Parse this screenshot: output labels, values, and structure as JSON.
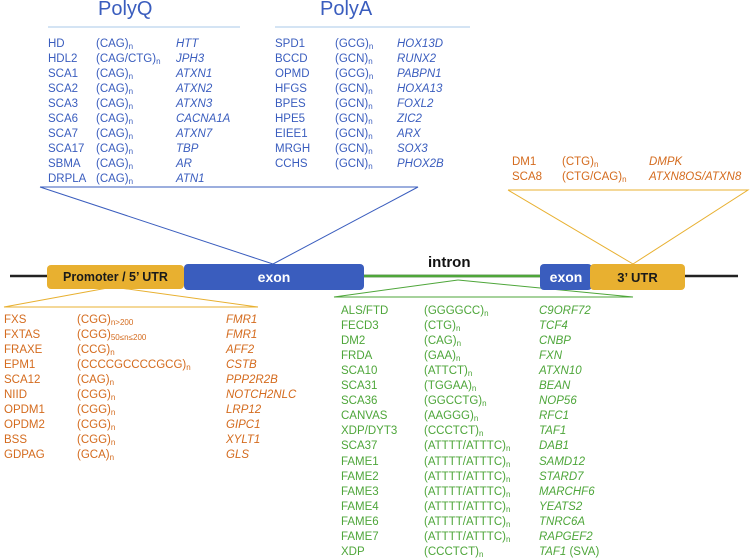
{
  "colors": {
    "polyq": "#3a5dbe",
    "orange": "#d46b1e",
    "green": "#4ea63a",
    "exon_fill": "#3a5dbe",
    "utr_fill": "#e8b030",
    "gene_line": "#222222"
  },
  "polyq": {
    "title": "PolyQ",
    "rows": [
      {
        "d": "HD",
        "r": "(CAG)",
        "s": "n",
        "g": "HTT"
      },
      {
        "d": "HDL2",
        "r": "(CAG/CTG)",
        "s": "n",
        "g": "JPH3"
      },
      {
        "d": "SCA1",
        "r": "(CAG)",
        "s": "n",
        "g": "ATXN1"
      },
      {
        "d": "SCA2",
        "r": "(CAG)",
        "s": "n",
        "g": "ATXN2"
      },
      {
        "d": "SCA3",
        "r": "(CAG)",
        "s": "n",
        "g": "ATXN3"
      },
      {
        "d": "SCA6",
        "r": "(CAG)",
        "s": "n",
        "g": "CACNA1A"
      },
      {
        "d": "SCA7",
        "r": "(CAG)",
        "s": "n",
        "g": "ATXN7"
      },
      {
        "d": "SCA17",
        "r": "(CAG)",
        "s": "n",
        "g": "TBP"
      },
      {
        "d": "SBMA",
        "r": "(CAG)",
        "s": "n",
        "g": "AR"
      },
      {
        "d": "DRPLA",
        "r": "(CAG)",
        "s": "n",
        "g": "ATN1"
      }
    ]
  },
  "polya": {
    "title": "PolyA",
    "rows": [
      {
        "d": "SPD1",
        "r": "(GCG)",
        "s": "n",
        "g": "HOX13D"
      },
      {
        "d": "BCCD",
        "r": "(GCN)",
        "s": "n",
        "g": "RUNX2"
      },
      {
        "d": "OPMD",
        "r": "(GCG)",
        "s": "n",
        "g": "PABPN1"
      },
      {
        "d": "HFGS",
        "r": "(GCN)",
        "s": "n",
        "g": "HOXA13"
      },
      {
        "d": "BPES",
        "r": "(GCN)",
        "s": "n",
        "g": "FOXL2"
      },
      {
        "d": "HPE5",
        "r": "(GCN)",
        "s": "n",
        "g": "ZIC2"
      },
      {
        "d": "EIEE1",
        "r": "(GCN)",
        "s": "n",
        "g": "ARX"
      },
      {
        "d": "MRGH",
        "r": "(GCN)",
        "s": "n",
        "g": "SOX3"
      },
      {
        "d": "CCHS",
        "r": "(GCN)",
        "s": "n",
        "g": "PHOX2B"
      }
    ]
  },
  "utr3": {
    "rows": [
      {
        "d": "DM1",
        "r": "(CTG)",
        "s": "n",
        "g": "DMPK"
      },
      {
        "d": "SCA8",
        "r": "(CTG/CAG)",
        "s": "n",
        "g": "ATXN8OS/ATXN8"
      }
    ]
  },
  "promoter": {
    "rows": [
      {
        "d": "FXS",
        "r": "(CGG)",
        "s": "n>200",
        "g": "FMR1"
      },
      {
        "d": "FXTAS",
        "r": "(CGG)",
        "s": "50≤n≤200",
        "g": "FMR1"
      },
      {
        "d": "FRAXE",
        "r": "(CCG)",
        "s": "n",
        "g": "AFF2"
      },
      {
        "d": "EPM1",
        "r": "(CCCCGCCCCGCG)",
        "s": "n",
        "g": "CSTB"
      },
      {
        "d": "SCA12",
        "r": "(CAG)",
        "s": "n",
        "g": "PPP2R2B"
      },
      {
        "d": "NIID",
        "r": "(CGG)",
        "s": "n",
        "g": "NOTCH2NLC"
      },
      {
        "d": "OPDM1",
        "r": "(CGG)",
        "s": "n",
        "g": "LRP12"
      },
      {
        "d": "OPDM2",
        "r": "(CGG)",
        "s": "n",
        "g": "GIPC1"
      },
      {
        "d": "BSS",
        "r": "(CGG)",
        "s": "n",
        "g": "XYLT1"
      },
      {
        "d": "GDPAG",
        "r": "(GCA)",
        "s": "n",
        "g": "GLS"
      }
    ]
  },
  "intron_list": {
    "rows": [
      {
        "d": "ALS/FTD",
        "r": "(GGGGCC)",
        "s": "n",
        "g": "C9ORF72"
      },
      {
        "d": "FECD3",
        "r": "(CTG)",
        "s": "n",
        "g": "TCF4"
      },
      {
        "d": "DM2",
        "r": "(CAG)",
        "s": "n",
        "g": "CNBP"
      },
      {
        "d": "FRDA",
        "r": "(GAA)",
        "s": "n",
        "g": "FXN"
      },
      {
        "d": "SCA10",
        "r": "(ATTCT)",
        "s": "n",
        "g": "ATXN10"
      },
      {
        "d": "SCA31",
        "r": "(TGGAA)",
        "s": "n",
        "g": "BEAN"
      },
      {
        "d": "SCA36",
        "r": "(GGCCTG)",
        "s": "n",
        "g": "NOP56"
      },
      {
        "d": "CANVAS",
        "r": "(AAGGG)",
        "s": "n",
        "g": "RFC1"
      },
      {
        "d": "XDP/DYT3",
        "r": "(CCCTCT)",
        "s": "n",
        "g": "TAF1"
      },
      {
        "d": "SCA37",
        "r": "(ATTTT/ATTTC)",
        "s": "n",
        "g": "DAB1"
      },
      {
        "d": "FAME1",
        "r": "(ATTTT/ATTTC)",
        "s": "n",
        "g": "SAMD12"
      },
      {
        "d": "FAME2",
        "r": "(ATTTT/ATTTC)",
        "s": "n",
        "g": "STARD7"
      },
      {
        "d": "FAME3",
        "r": "(ATTTT/ATTTC)",
        "s": "n",
        "g": "MARCHF6"
      },
      {
        "d": "FAME4",
        "r": "(ATTTT/ATTTC)",
        "s": "n",
        "g": "YEATS2"
      },
      {
        "d": "FAME6",
        "r": "(ATTTT/ATTTC)",
        "s": "n",
        "g": "TNRC6A"
      },
      {
        "d": "FAME7",
        "r": "(ATTTT/ATTTC)",
        "s": "n",
        "g": "RAPGEF2"
      },
      {
        "d": "XDP",
        "r": "(CCCTCT)",
        "s": "n",
        "g": "TAF1",
        "g_extra": " (SVA)"
      }
    ]
  },
  "gene_model": {
    "promoter_label": "Promoter / 5’ UTR",
    "exon1_label": "exon",
    "intron_label": "intron",
    "exon2_label": "exon",
    "utr3_label": "3’ UTR"
  }
}
